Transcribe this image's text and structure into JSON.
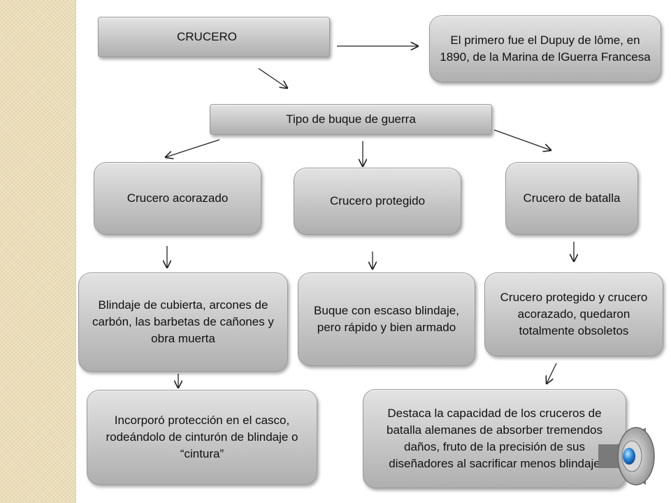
{
  "diagram": {
    "root": "CRUCERO",
    "note": "El primero fue el Dupuy de lôme, en 1890, de la Marina de lGuerra Francesa",
    "type_label": "Tipo de buque de guerra",
    "branches": [
      {
        "title": "Crucero acorazado",
        "description": "Blindaje de cubierta, arcones de carbón, las barbetas de cañones y obra muerta",
        "detail": "Incorporó protección en el casco, rodeándolo de cinturón de blindaje o “cintura”"
      },
      {
        "title": "Crucero protegido",
        "description": "Buque con escaso blindaje, pero rápido y bien armado"
      },
      {
        "title": "Crucero de batalla",
        "description": "Crucero protegido y crucero acorazado, quedaron totalmente obsoletos",
        "detail": "Destaca la capacidad  de los cruceros de batalla alemanes de absorber tremendos daños, fruto de la precisión de sus diseñadores al sacrificar menos blindaje"
      }
    ]
  },
  "colors": {
    "box_top": "#e3e3e3",
    "box_bottom": "#afafaf",
    "border": "#9a9a9a",
    "side_strip": "#efe3c3"
  },
  "icons": {
    "audio": "speaker-icon"
  }
}
